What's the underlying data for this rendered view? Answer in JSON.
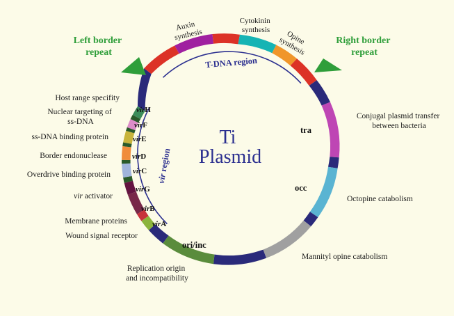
{
  "center_title": [
    "Ti",
    "Plasmid"
  ],
  "left_border": [
    "Left border",
    "repeat"
  ],
  "right_border": [
    "Right border",
    "repeat"
  ],
  "tdna_region": "T-DNA region",
  "vir_region": {
    "prefix": "vir",
    "suffix": " region"
  },
  "top_labels": {
    "auxin": [
      "Auxin",
      "synthesis"
    ],
    "cytokinin": [
      "Cytokinin",
      "synthesis"
    ],
    "opine": [
      "Opine",
      "synthesis"
    ]
  },
  "right_labels": {
    "conjugal": [
      "Conjugal plasmid transfer",
      "between bacteria"
    ],
    "octopine": "Octopine catabolism",
    "mannityl": "Mannityl opine catabolism"
  },
  "bottom_labels": {
    "replication": [
      "Replication origin",
      "and incompatibility"
    ]
  },
  "left_labels": {
    "host_range": "Host range specifity",
    "nuclear": [
      "Nuclear targeting of",
      "ss-DNA"
    ],
    "ssdna_binding": "ss-DNA binding protein",
    "border_endo": "Border endonuclease",
    "overdrive": "Overdrive binding protein",
    "vir_activator": {
      "prefix": "vir",
      "suffix": " activator"
    },
    "membrane": "Membrane proteins",
    "wound": "Wound signal receptor"
  },
  "inner_labels": {
    "tra": "tra",
    "occ": "occ",
    "ori_inc": "ori/inc"
  },
  "vir_genes": {
    "H": {
      "prefix": "vir",
      "letter": "H"
    },
    "F": {
      "prefix": "vir",
      "letter": "F"
    },
    "E": {
      "prefix": "vir",
      "letter": "E"
    },
    "D": {
      "prefix": "vir",
      "letter": "D"
    },
    "C": {
      "prefix": "vir",
      "letter": "C"
    },
    "G": {
      "prefix": "vir",
      "letter": "G"
    },
    "B": {
      "prefix": "vir",
      "letter": "B"
    },
    "A": {
      "prefix": "vir",
      "letter": "A"
    }
  },
  "colors": {
    "background": "#fcfbe8",
    "navy": "#2a2a7a",
    "red": "#dc3226",
    "auxin": "#a020a0",
    "cytokinin": "#16b4b4",
    "opine": "#f0962a",
    "tra": "#be46b4",
    "occ": "#5ab4d2",
    "mannityl": "#a0a0a0",
    "ori": "#5a8c3c",
    "border_green": "#2f9e3a",
    "region_text": "#2b2f8f"
  }
}
